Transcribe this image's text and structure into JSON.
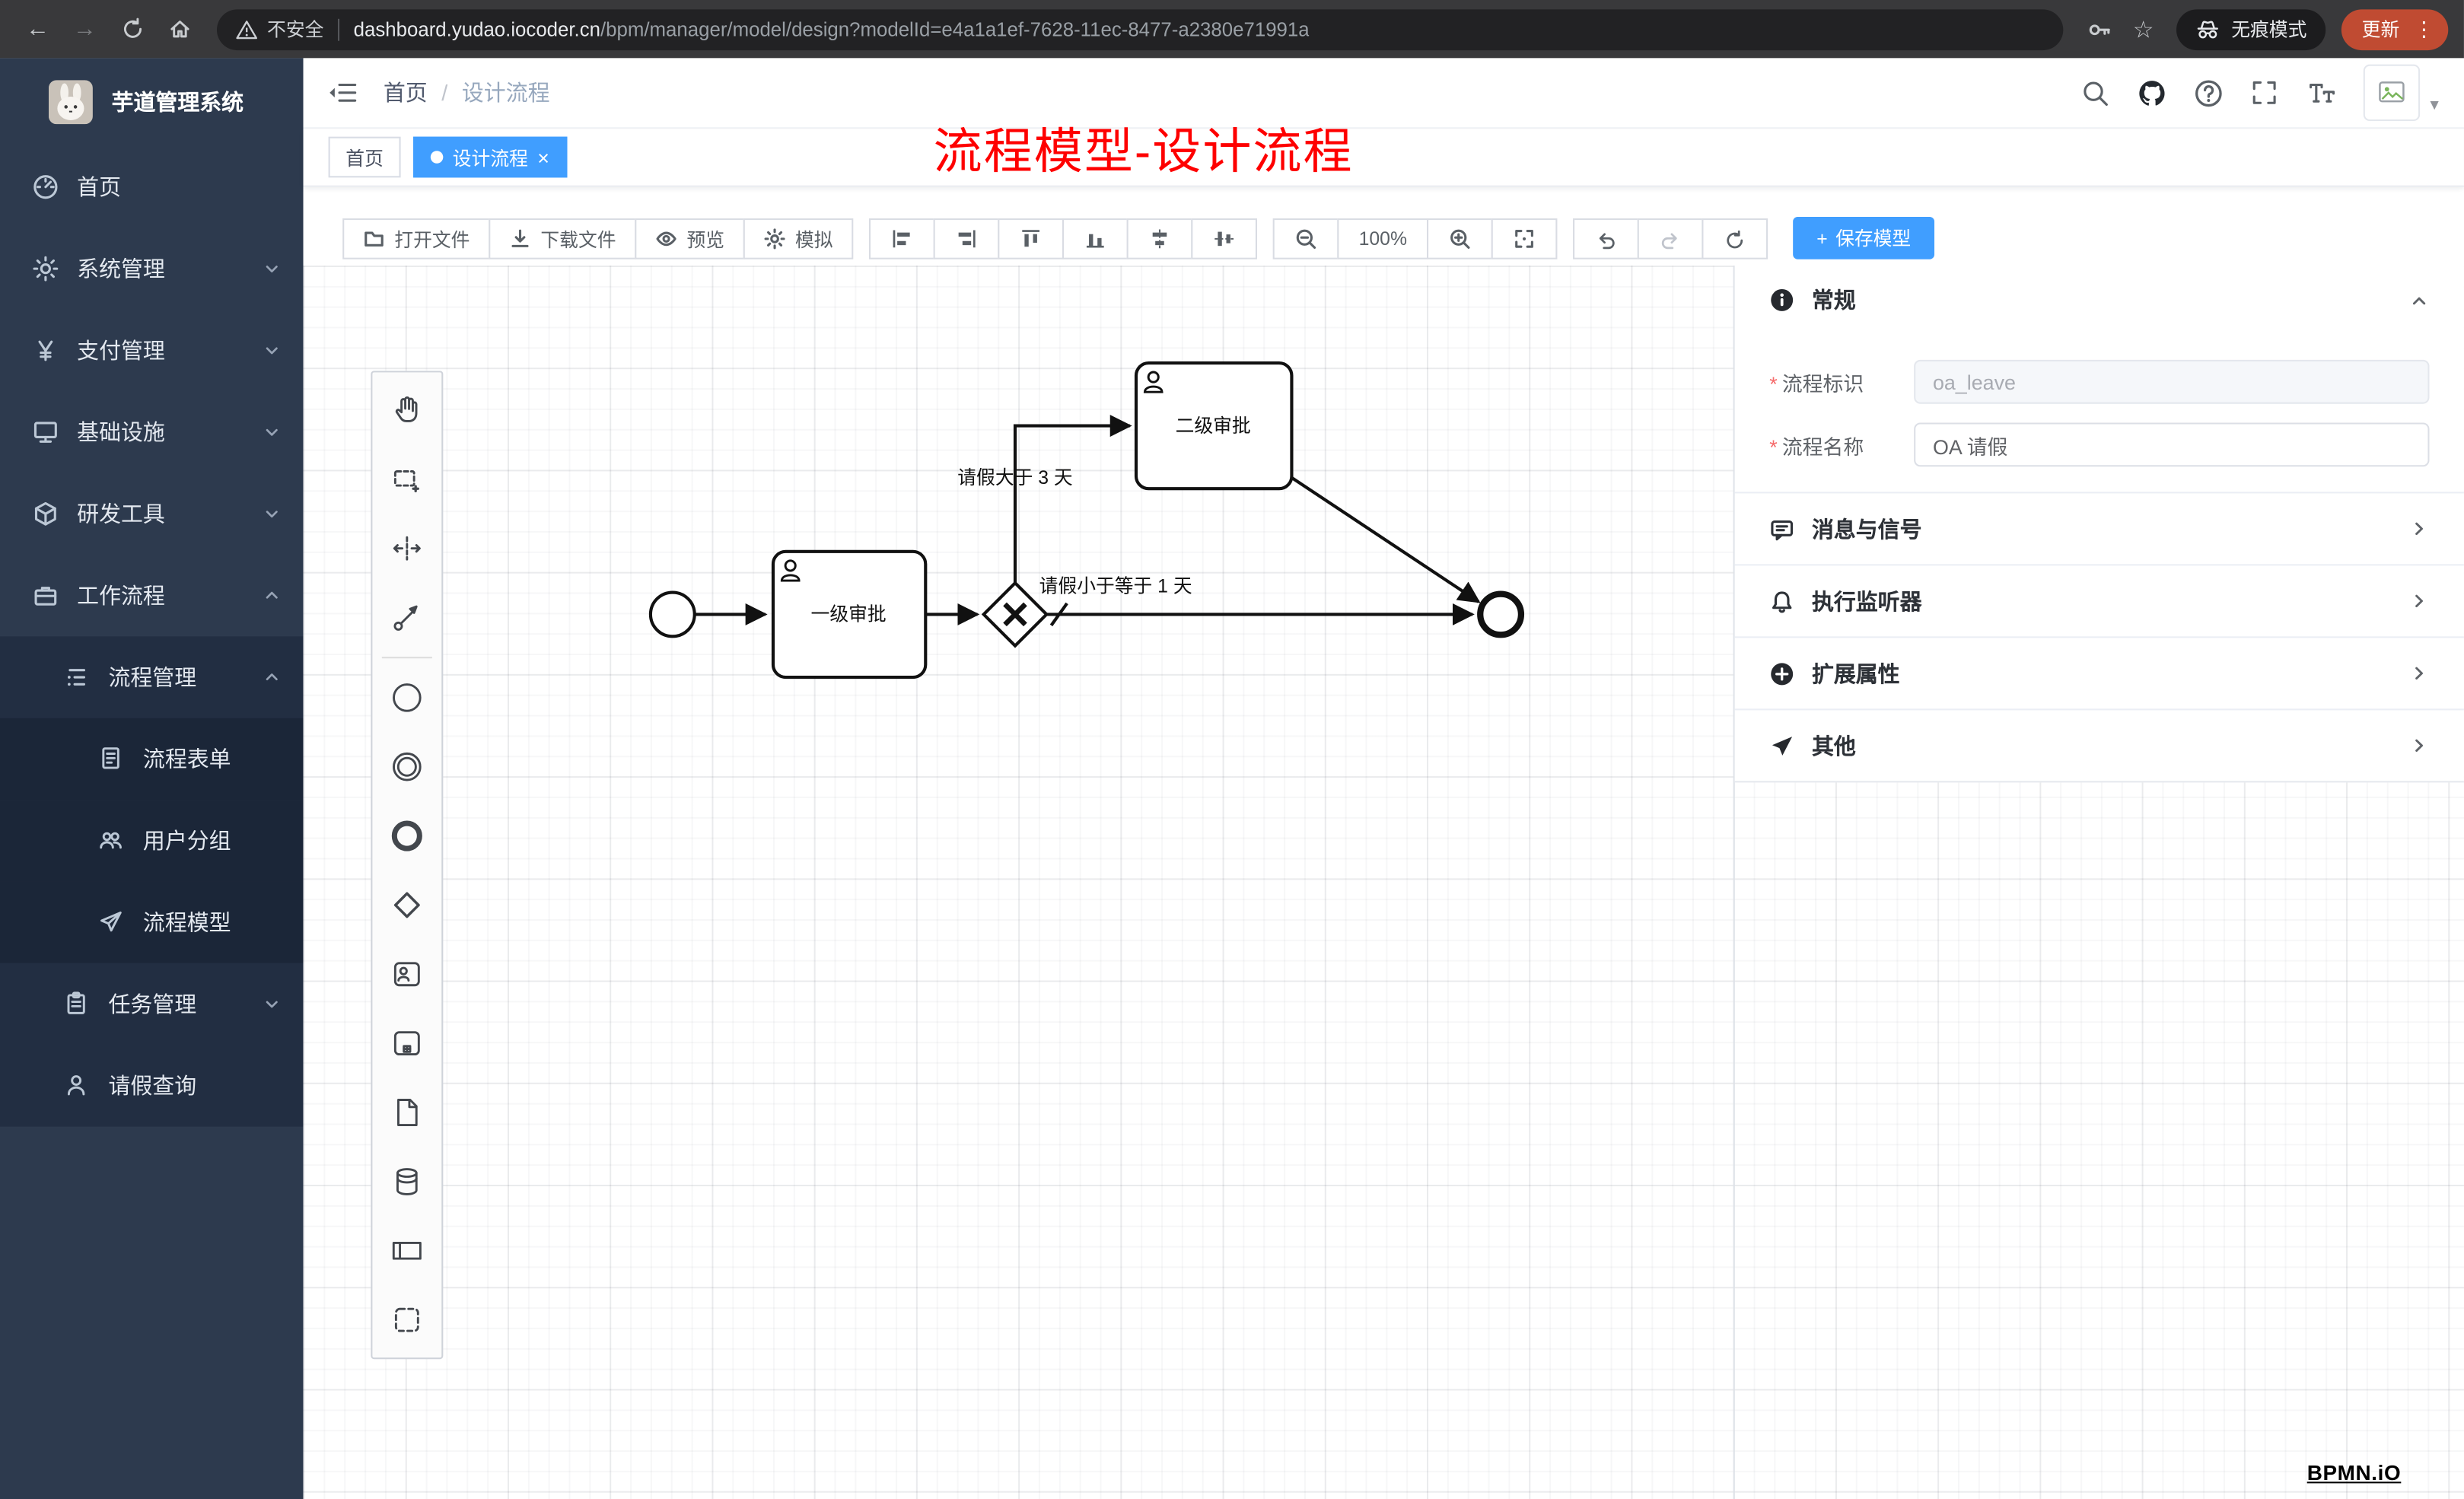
{
  "browser": {
    "security_label": "不安全",
    "url_domain": "dashboard.yudao.iocoder.cn",
    "url_path": "/bpm/manager/model/design?modelId=e4a1a1ef-7628-11ec-8477-a2380e71991a",
    "incognito_label": "无痕模式",
    "update_label": "更新"
  },
  "icons": {
    "back": "←",
    "forward": "→",
    "star": "☆",
    "menu_dots": "⋮",
    "caret_down": "▾",
    "close": "×",
    "plus": "+"
  },
  "sidebar": {
    "title": "芋道管理系统",
    "items": [
      {
        "label": "首页"
      },
      {
        "label": "系统管理"
      },
      {
        "label": "支付管理"
      },
      {
        "label": "基础设施"
      },
      {
        "label": "研发工具"
      },
      {
        "label": "工作流程"
      },
      {
        "label": "流程管理"
      },
      {
        "label": "流程表单"
      },
      {
        "label": "用户分组"
      },
      {
        "label": "流程模型"
      },
      {
        "label": "任务管理"
      },
      {
        "label": "请假查询"
      }
    ]
  },
  "header": {
    "breadcrumb": {
      "home": "首页",
      "separator": "/",
      "current": "设计流程"
    }
  },
  "tabs": {
    "home": "首页",
    "current": "设计流程"
  },
  "annotation": "流程模型-设计流程",
  "toolbar": {
    "open_file": "打开文件",
    "download_file": "下载文件",
    "preview": "预览",
    "simulate": "模拟",
    "zoom_level": "100%",
    "save_model": "保存模型"
  },
  "diagram": {
    "task_level1": "一级审批",
    "task_level2": "二级审批",
    "flow_condition_gt": "请假大于 3 天",
    "flow_condition_le": "请假小于等于 1 天"
  },
  "properties": {
    "general_title": "常规",
    "required_mark": "*",
    "process_key": {
      "label": "流程标识",
      "value": "oa_leave"
    },
    "process_name": {
      "label": "流程名称",
      "value": "OA 请假"
    },
    "sections": [
      {
        "label": "消息与信号"
      },
      {
        "label": "执行监听器"
      },
      {
        "label": "扩展属性"
      },
      {
        "label": "其他"
      }
    ]
  },
  "watermark": "BPMN.iO",
  "colors": {
    "accent": "#409eff",
    "sidebar_bg": "#2d3a4e",
    "update_badge": "#c04b32",
    "annotation": "#fe0000"
  }
}
